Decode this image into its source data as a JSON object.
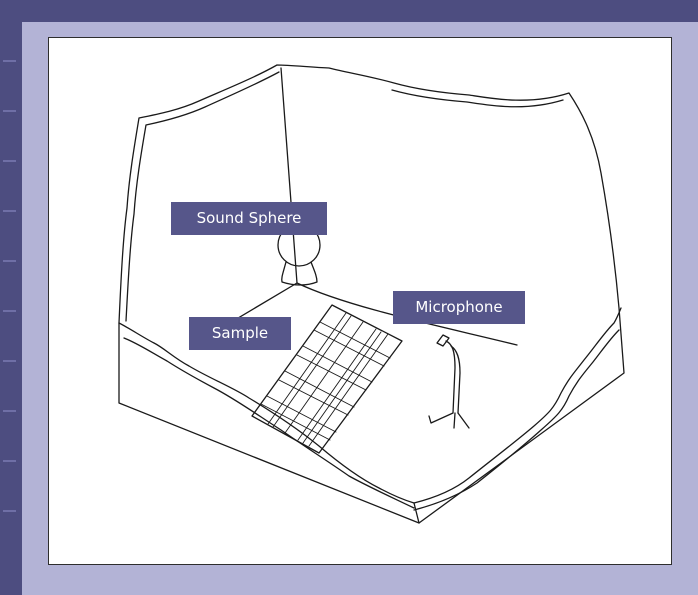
{
  "labels": {
    "sound_sphere": "Sound Sphere",
    "microphone": "Microphone",
    "sample": "Sample"
  },
  "colors": {
    "background": "#b3b3d6",
    "side_strip": "#4d4d80",
    "label_fill": "#56568a",
    "label_text": "#ffffff"
  }
}
